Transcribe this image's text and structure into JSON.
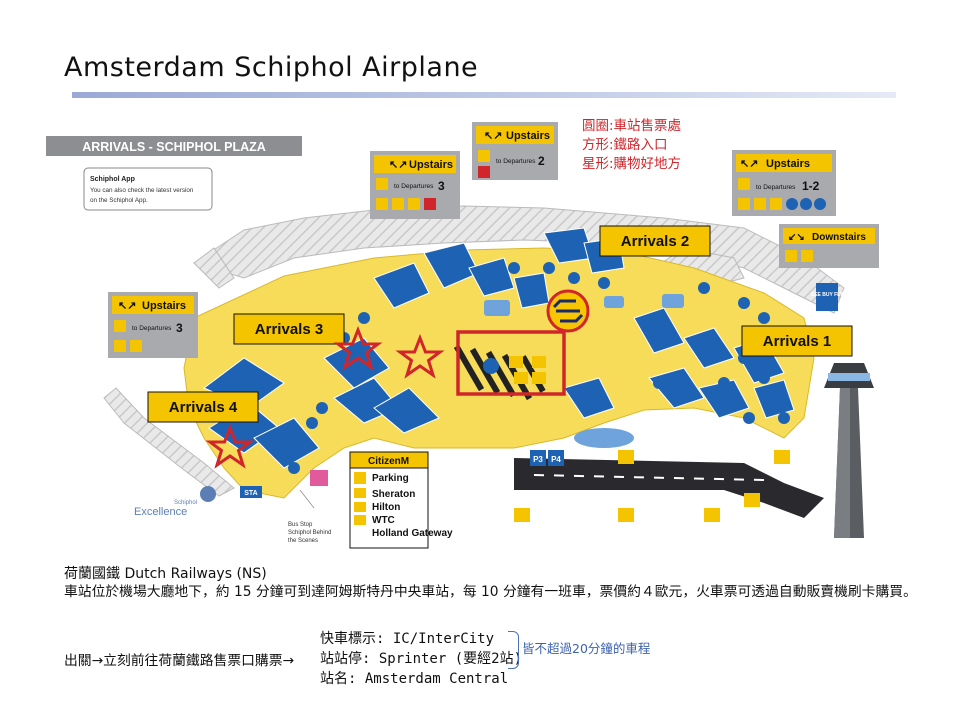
{
  "page": {
    "title": "Amsterdam Schiphol Airplane"
  },
  "map": {
    "header_label": "ARRIVALS - SCHIPHOL PLAZA",
    "app_note": {
      "title": "Schiphol App",
      "line1": "You can also check the latest version",
      "line2": "on the Schiphol App."
    },
    "upstairs_label": "Upstairs",
    "downstairs_label": "Downstairs",
    "to_departures_label": "to Departures",
    "departures": {
      "d3": "3",
      "d2": "2",
      "d12": "1-2"
    },
    "arrivals": {
      "a1": "Arrivals 1",
      "a2": "Arrivals 2",
      "a3": "Arrivals 3",
      "a4": "Arrivals 4"
    },
    "parking_panel": {
      "citizenm": "CitizenM",
      "items": [
        "Parking",
        "Sheraton",
        "Hilton",
        "WTC",
        "Holland Gateway"
      ]
    },
    "parking_codes": {
      "p3": "P3",
      "p4": "P4"
    },
    "see_buy_fly": "SEE BUY FLY",
    "sta": "STA",
    "excellence": {
      "small": "Schiphol",
      "big": "Excellence"
    },
    "bus_stop": {
      "line1": "Bus Stop",
      "line2": "Schiphol Behind",
      "line3": "the Scenes"
    },
    "ns_logo_color": "#f7c600",
    "marker_color": "#d0262b"
  },
  "legend": {
    "circle": "圓圈:車站售票處",
    "square": "方形:鐵路入口",
    "star": "星形:購物好地方"
  },
  "ns_info": {
    "title": "荷蘭國鐵 Dutch Railways (NS)",
    "body": "車站位於機場大廳地下，約 15  分鐘可到達阿姆斯特丹中央車站，每 10 分鐘有一班車，票價約４歐元，火車票可透過自動販賣機刷卡購買。"
  },
  "guide": {
    "text": "出關→立刻前往荷蘭鐵路售票口購票→",
    "intercity": "快車標示: IC/InterCity",
    "sprinter": "站站停: Sprinter (要經2站)",
    "station": "站名: Amsterdam Central",
    "note": "皆不超過20分鐘的車程"
  },
  "colors": {
    "floor_yellow": "#f7dc5a",
    "shop_blue": "#1e63b3",
    "grey_panel": "#a8aaad",
    "sign_yellow": "#f5c400",
    "title_rule": "#9aa9d6"
  }
}
